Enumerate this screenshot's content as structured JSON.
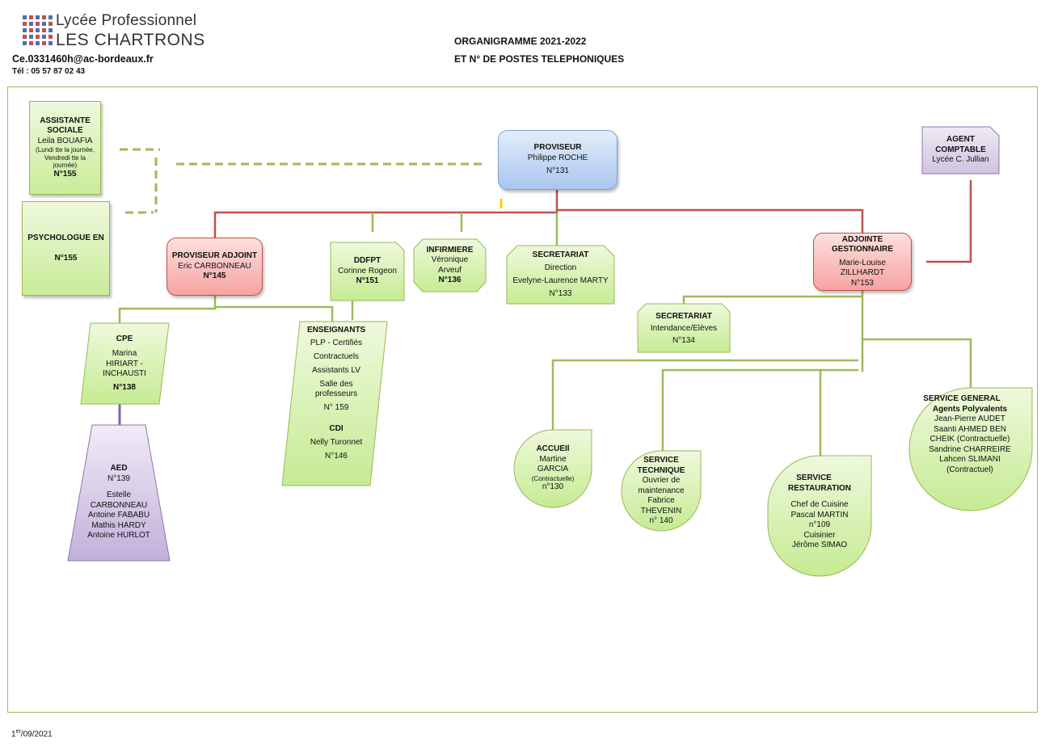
{
  "header": {
    "logo_line1": "Lycée Professionnel",
    "logo_line2": "LES CHARTRONS",
    "email": "Ce.0331460h@ac-bordeaux.fr",
    "tel": "Tél : 05 57 87 02 43",
    "title_line1": "ORGANIGRAMME 2021-2022",
    "title_line2": "ET N° DE POSTES TELEPHONIQUES"
  },
  "colors": {
    "green_line": "#9bbb59",
    "red_line": "#c0504d",
    "purple_line": "#8064a2",
    "logo_blue": "#4f6fae",
    "logo_red": "#c0504d"
  },
  "nodes": {
    "assistante": {
      "title": "ASSISTANTE SOCIALE",
      "name": "Leila BOUAFIA",
      "note": "(Lundi tte la journée, Vendredi tte la journée)",
      "phone": "N°155"
    },
    "psychologue": {
      "title": "PSYCHOLOGUE EN",
      "phone": "N°155"
    },
    "proviseur": {
      "title": "PROVISEUR",
      "name": "Philippe ROCHE",
      "phone": "N°131"
    },
    "agent_comptable": {
      "title1": "AGENT",
      "title2": "COMPTABLE",
      "name": "Lycée C. Jullian"
    },
    "proviseur_adjoint": {
      "title": "PROVISEUR ADJOINT",
      "name": "Eric CARBONNEAU",
      "phone": "N°145"
    },
    "ddfpt": {
      "title": "DDFPT",
      "name": "Corinne Rogeon",
      "phone": "N°151"
    },
    "infirmiere": {
      "title": "INFIRMIERE",
      "name1": "Véronique",
      "name2": "Arveuf",
      "phone": "N°136"
    },
    "secretariat": {
      "title": "SECRETARIAT",
      "sub": "Direction",
      "name": "Evelyne-Laurence MARTY",
      "phone": "N°133"
    },
    "adjointe": {
      "title1": "ADJOINTE",
      "title2": "GESTIONNAIRE",
      "name1": "Marie-Louise",
      "name2": "ZILLHARDT",
      "phone": "N°153"
    },
    "secretariat_int": {
      "title": "SECRETARIAT",
      "sub": "Intendance/Elèves",
      "phone": "N°134"
    },
    "cpe": {
      "title": "CPE",
      "name1": "Marina",
      "name2": "HIRIART -",
      "name3": "INCHAUSTI",
      "phone": "N°138"
    },
    "enseignants": {
      "title": "ENSEIGNANTS",
      "l1": "PLP  -  Certifiés",
      "l2": "Contractuels",
      "l3": "Assistants LV",
      "l4": "Salle des professeurs",
      "phone": "N° 159",
      "cdi": "CDI",
      "cdi_name": "Nelly Turonnet",
      "cdi_phone": "N°146"
    },
    "aed": {
      "title": "AED",
      "phone": "N°139",
      "n1": "Estelle",
      "n2": "CARBONNEAU",
      "n3": "Antoine FABABU",
      "n4": "Mathis HARDY",
      "n5": "Antoine HURLOT"
    },
    "accueil": {
      "title": "ACCUEIl",
      "name1": "Martine",
      "name2": "GARCIA",
      "note": "(Contractuelle)",
      "phone": "n°130"
    },
    "technique": {
      "title1": "SERVICE",
      "title2": "TECHNIQUE",
      "l1": "Ouvrier de",
      "l2": "maintenance",
      "name1": "Fabrice",
      "name2": "THEVENIN",
      "phone": "n° 140"
    },
    "restauration": {
      "title1": "SERVICE",
      "title2": "RESTAURATION",
      "l1": "Chef de Cuisine",
      "l2": "Pascal MARTIN",
      "phone": "n°109",
      "l3": "Cuisinier",
      "l4": "Jérôme SIMAO"
    },
    "general": {
      "title": "SERVICE GENERAL",
      "sub": "Agents Polyvalents",
      "l1": "Jean-Pierre AUDET",
      "l2": "Saanti AHMED BEN",
      "l3": "CHEIK (Contractuelle)",
      "l4": "Sandrine CHARREIRE",
      "l5": "Lahcen SLIMANI",
      "l6": "(Contractuel)"
    }
  },
  "footer": {
    "date_prefix": "1",
    "date_sup": "er",
    "date_rest": "/09/2021"
  }
}
